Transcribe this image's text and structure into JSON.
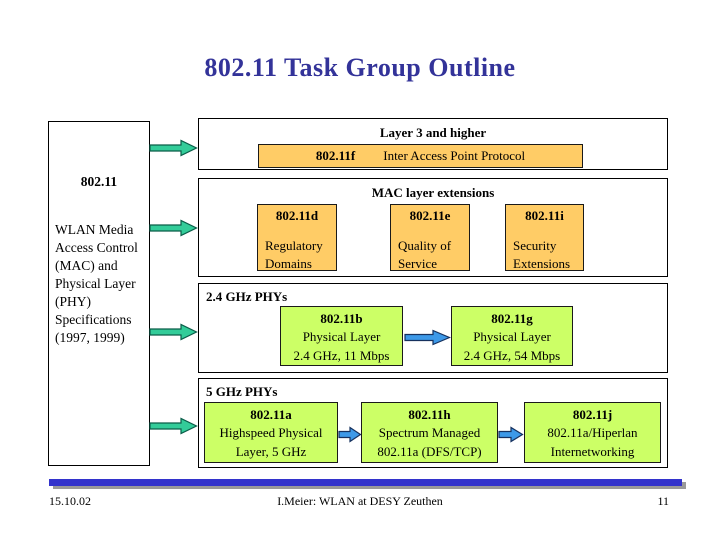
{
  "title": "802.11 Task Group Outline",
  "left_panel": {
    "heading": "802.11",
    "description": "WLAN Media\nAccess Control\n(MAC) and\nPhysical Layer\n(PHY)\nSpecifications\n(1997, 1999)"
  },
  "sections": {
    "layer3": {
      "header": "Layer 3 and higher",
      "box": {
        "id": "802.11f",
        "label": "Inter Access Point Protocol"
      }
    },
    "mac": {
      "header": "MAC layer extensions",
      "boxes": [
        {
          "id": "802.11d",
          "label": "Regulatory\nDomains"
        },
        {
          "id": "802.11e",
          "label": "Quality of\nService"
        },
        {
          "id": "802.11i",
          "label": "Security\nExtensions"
        }
      ]
    },
    "phy24": {
      "header": "2.4 GHz PHYs",
      "boxes": [
        {
          "id": "802.11b",
          "label": "Physical Layer\n2.4 GHz, 11 Mbps"
        },
        {
          "id": "802.11g",
          "label": "Physical Layer\n2.4 GHz, 54 Mbps"
        }
      ]
    },
    "phy5": {
      "header": "5 GHz PHYs",
      "boxes": [
        {
          "id": "802.11a",
          "label": "Highspeed Physical\nLayer, 5 GHz"
        },
        {
          "id": "802.11h",
          "label": "Spectrum Managed\n802.11a (DFS/TCP)"
        },
        {
          "id": "802.11j",
          "label": "802.11a/Hiperlan\nInternetworking"
        }
      ]
    }
  },
  "footer": {
    "date": "15.10.02",
    "credit": "I.Meier: WLAN at DESY Zeuthen",
    "page": "11"
  },
  "colors": {
    "title_color": "#333399",
    "box_orange": "#FFCC66",
    "box_green": "#CCFF66",
    "arrow_teal": "#33CC99",
    "arrow_blue": "#3D99E8",
    "footer_bar_blue": "#3333CC"
  }
}
